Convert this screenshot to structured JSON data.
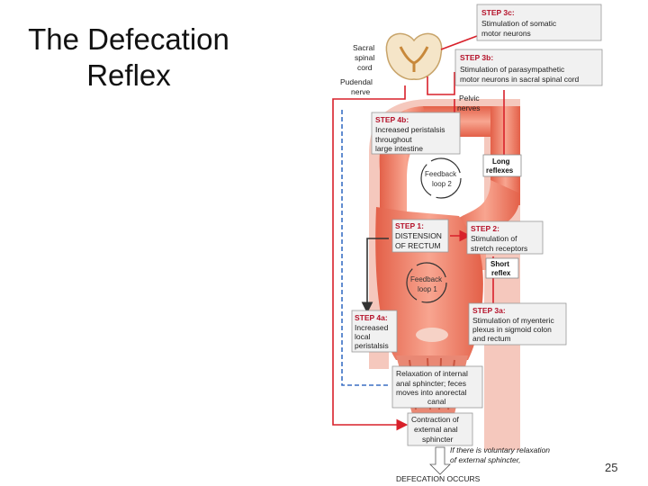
{
  "title_line1": "The Defecation",
  "title_line2": "Reflex",
  "page_number": "25",
  "labels": {
    "sacral_spinal_cord": [
      "Sacral",
      "spinal",
      "cord"
    ],
    "pudendal_nerve": [
      "Pudendal",
      "nerve"
    ],
    "pelvic_nerves": [
      "Pelvic",
      "nerves"
    ],
    "long_reflexes": [
      "Long",
      "reflexes"
    ],
    "short_reflex": [
      "Short",
      "reflex"
    ],
    "feedback_loop_2": [
      "Feedback",
      "loop 2"
    ],
    "feedback_loop_1": [
      "Feedback",
      "loop 1"
    ]
  },
  "steps": {
    "step3c": {
      "heading": "STEP 3c:",
      "lines": [
        "Stimulation of somatic",
        "motor neurons"
      ]
    },
    "step3b": {
      "heading": "STEP 3b:",
      "lines": [
        "Stimulation of parasympathetic",
        "motor neurons in sacral spinal cord"
      ]
    },
    "step4b": {
      "heading": "STEP 4b:",
      "lines": [
        "Increased peristalsis",
        "throughout",
        "large intestine"
      ]
    },
    "step1": {
      "heading": "STEP 1:",
      "lines": [
        "DISTENSION",
        "OF RECTUM"
      ]
    },
    "step2": {
      "heading": "STEP 2:",
      "lines": [
        "Stimulation of",
        "stretch receptors"
      ]
    },
    "step3a": {
      "heading": "STEP 3a:",
      "lines": [
        "Stimulation of myenteric",
        "plexus in sigmoid colon",
        "and rectum"
      ]
    },
    "step4a": {
      "heading": "STEP 4a:",
      "lines": [
        "Increased",
        "local",
        "peristalsis"
      ]
    }
  },
  "internal_sphincter": [
    "Relaxation of internal",
    "anal sphincter; feces",
    "moves into anorectal",
    "canal"
  ],
  "external_sphincter": [
    "Contraction of",
    "external anal",
    "sphincter"
  ],
  "voluntary_note": [
    "If there is voluntary relaxation",
    "of external sphincter,"
  ],
  "outcome": "DEFECATION OCCURS",
  "colors": {
    "step_heading": "#b5122a",
    "box_fill": "#f1f1f1",
    "intestine": "#f07f6a",
    "nerve": "#d8202a"
  }
}
